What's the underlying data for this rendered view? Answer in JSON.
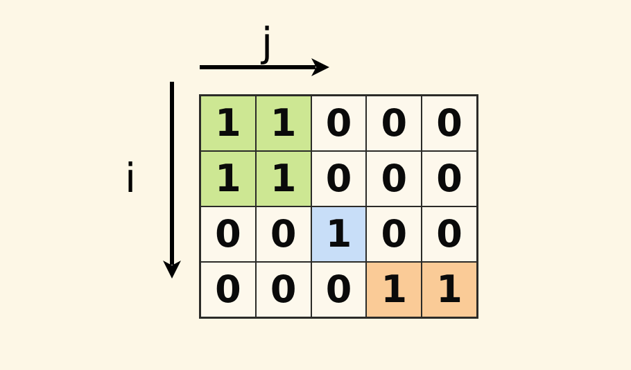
{
  "diagram": {
    "title": "matrix-index-diagram",
    "background_color": "#fdf7e6",
    "axes": {
      "column_axis": {
        "label": "j",
        "direction": "right",
        "icon": "right-arrow-icon"
      },
      "row_axis": {
        "label": "i",
        "direction": "down",
        "icon": "down-arrow-icon"
      }
    },
    "grid": {
      "rows": 4,
      "columns": 5,
      "border_color": "#2b2b28",
      "cell_background": "#fdf8ec",
      "highlight_colors": {
        "green": "#cde793",
        "blue": "#c8def8",
        "orange": "#facb97",
        "none": "#fdf8ec"
      },
      "cells": [
        [
          {
            "value": "1",
            "highlight": "green"
          },
          {
            "value": "1",
            "highlight": "green"
          },
          {
            "value": "0",
            "highlight": "none"
          },
          {
            "value": "0",
            "highlight": "none"
          },
          {
            "value": "0",
            "highlight": "none"
          }
        ],
        [
          {
            "value": "1",
            "highlight": "green"
          },
          {
            "value": "1",
            "highlight": "green"
          },
          {
            "value": "0",
            "highlight": "none"
          },
          {
            "value": "0",
            "highlight": "none"
          },
          {
            "value": "0",
            "highlight": "none"
          }
        ],
        [
          {
            "value": "0",
            "highlight": "none"
          },
          {
            "value": "0",
            "highlight": "none"
          },
          {
            "value": "1",
            "highlight": "blue"
          },
          {
            "value": "0",
            "highlight": "none"
          },
          {
            "value": "0",
            "highlight": "none"
          }
        ],
        [
          {
            "value": "0",
            "highlight": "none"
          },
          {
            "value": "0",
            "highlight": "none"
          },
          {
            "value": "0",
            "highlight": "none"
          },
          {
            "value": "1",
            "highlight": "orange"
          },
          {
            "value": "1",
            "highlight": "orange"
          }
        ]
      ]
    }
  }
}
